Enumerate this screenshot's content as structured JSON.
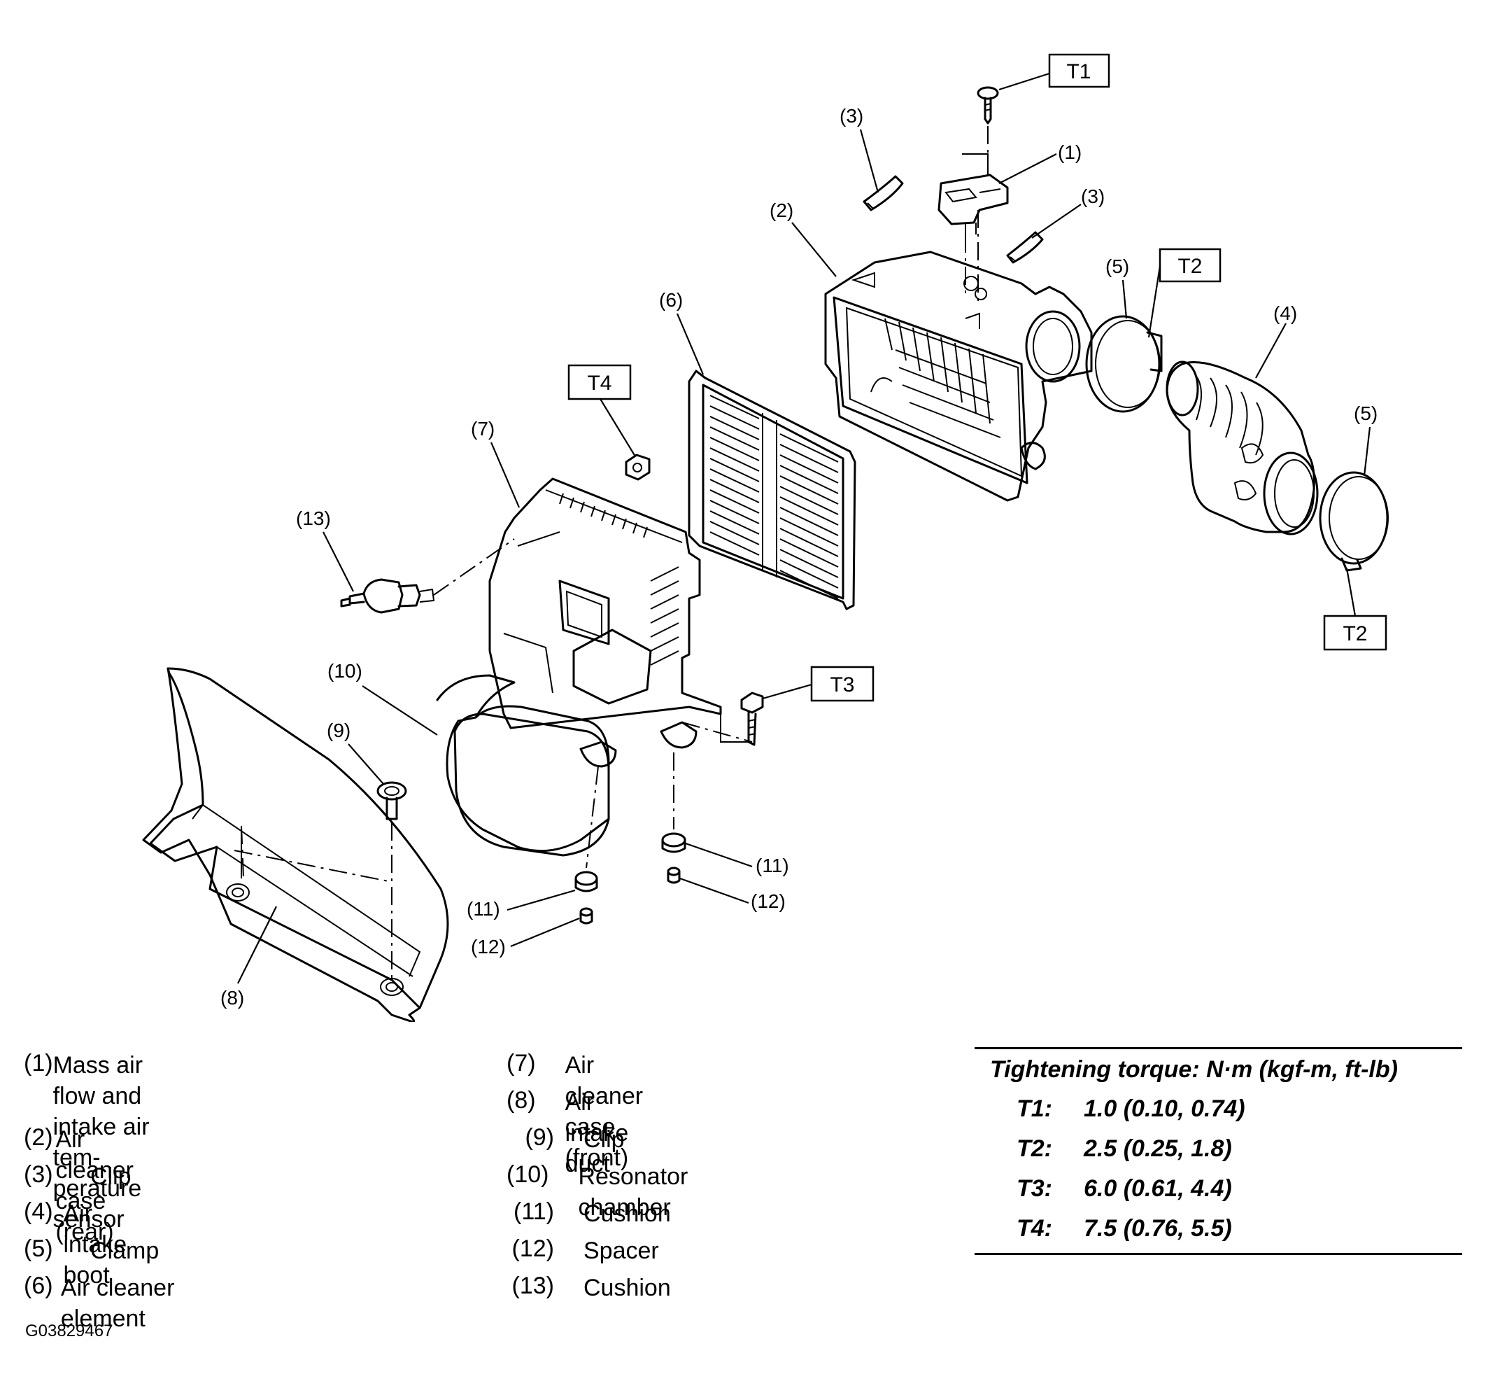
{
  "callouts": {
    "c1": "(1)",
    "c2": "(2)",
    "c3a": "(3)",
    "c3b": "(3)",
    "c4": "(4)",
    "c5a": "(5)",
    "c5b": "(5)",
    "c6": "(6)",
    "c7": "(7)",
    "c8": "(8)",
    "c9": "(9)",
    "c10": "(10)",
    "c11a": "(11)",
    "c11b": "(11)",
    "c12a": "(12)",
    "c12b": "(12)",
    "c13": "(13)"
  },
  "torque_boxes": {
    "t1": "T1",
    "t2a": "T2",
    "t2b": "T2",
    "t3": "T3",
    "t4": "T4"
  },
  "legend": [
    {
      "num": "(1)",
      "label": "Mass air flow and intake air tem-",
      "label2": "perature sensor"
    },
    {
      "num": "(2)",
      "label": "Air cleaner case (rear)"
    },
    {
      "num": "(3)",
      "label": "Clip"
    },
    {
      "num": "(4)",
      "label": "Air intake boot"
    },
    {
      "num": "(5)",
      "label": "Clamp"
    },
    {
      "num": "(6)",
      "label": "Air cleaner element"
    },
    {
      "num": "(7)",
      "label": "Air cleaner case (front)"
    },
    {
      "num": "(8)",
      "label": "Air intake duct"
    },
    {
      "num": "(9)",
      "label": "Clip"
    },
    {
      "num": "(10)",
      "label": "Resonator chamber"
    },
    {
      "num": "(11)",
      "label": "Cushion"
    },
    {
      "num": "(12)",
      "label": "Spacer"
    },
    {
      "num": "(13)",
      "label": "Cushion"
    }
  ],
  "torque": {
    "title": "Tightening torque: N·m (kgf-m, ft-lb)",
    "rows": [
      {
        "key": "T1:",
        "value": "1.0 (0.10, 0.74)"
      },
      {
        "key": "T2:",
        "value": "2.5 (0.25, 1.8)"
      },
      {
        "key": "T3:",
        "value": "6.0 (0.61, 4.4)"
      },
      {
        "key": "T4:",
        "value": "7.5 (0.76, 5.5)"
      }
    ]
  },
  "figure_code": "G03829467"
}
